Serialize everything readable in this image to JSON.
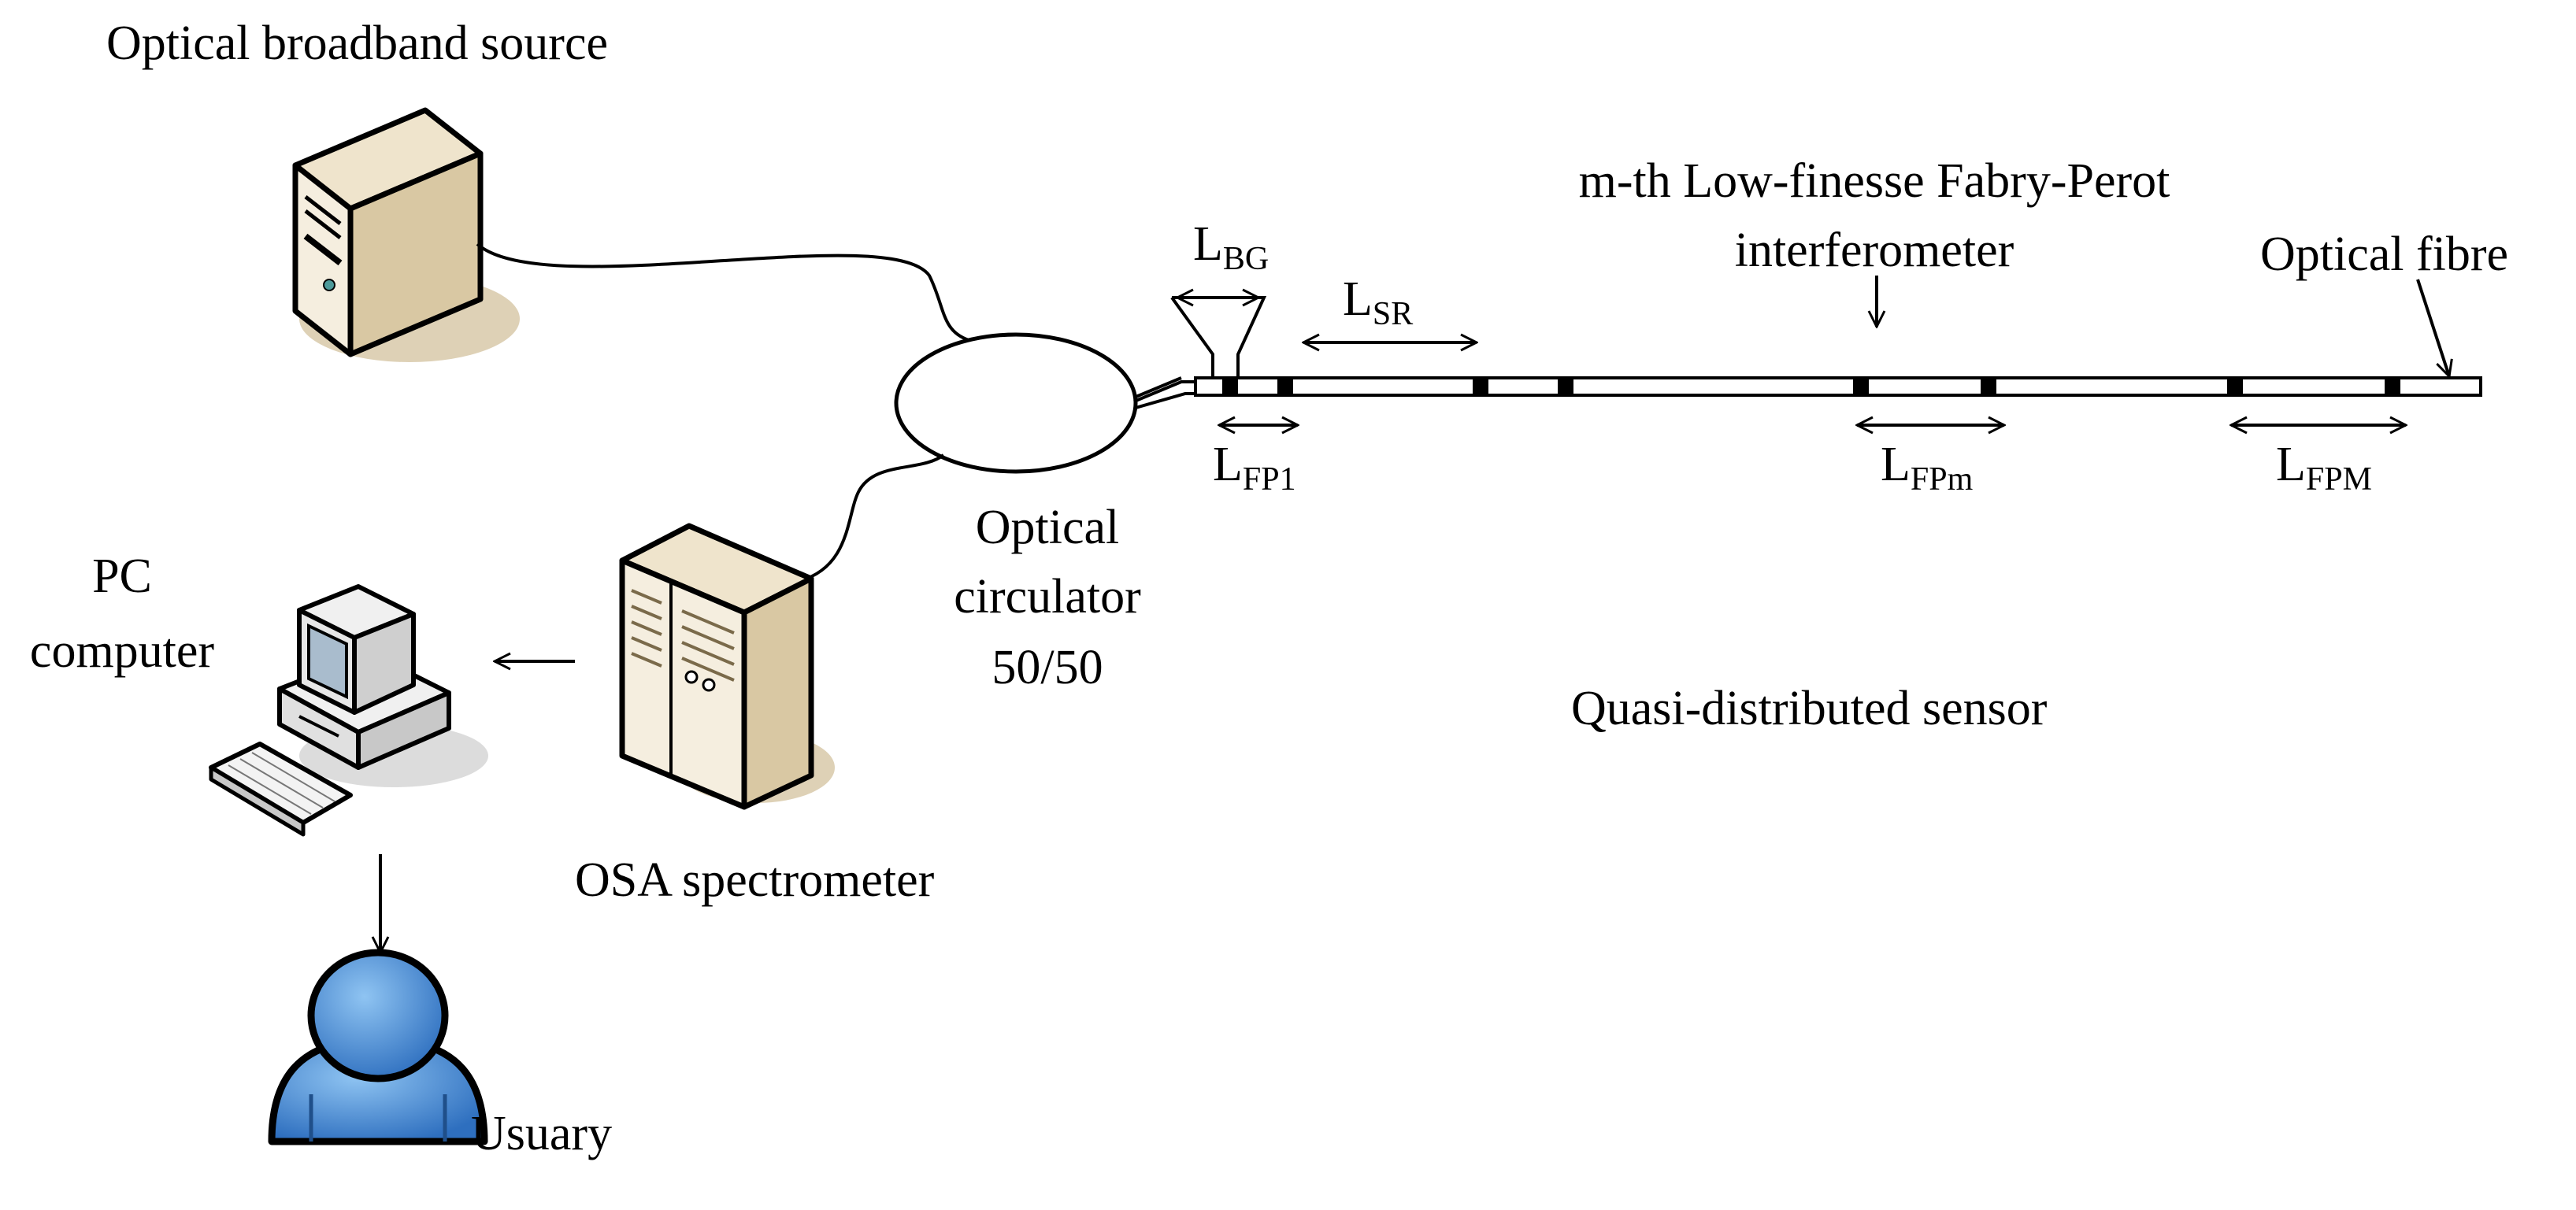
{
  "labels": {
    "source": "Optical broadband source",
    "circulator_l1": "Optical",
    "circulator_l2": "circulator",
    "circulator_l3": "50/50",
    "pc_l1": "PC",
    "pc_l2": "computer",
    "osa": "OSA spectrometer",
    "user": "Usuary",
    "fp_l1": "m-th Low-finesse Fabry-Perot",
    "fp_l2": "interferometer",
    "fibre": "Optical fibre",
    "sensor": "Quasi-distributed sensor"
  },
  "lengths": {
    "bg": {
      "main": "L",
      "sub": "BG"
    },
    "sr": {
      "main": "L",
      "sub": "SR"
    },
    "fp1": {
      "main": "L",
      "sub": "FP1"
    },
    "fpm": {
      "main": "L",
      "sub": "FPm"
    },
    "fpM": {
      "main": "L",
      "sub": "FPM"
    }
  },
  "icons": {
    "source": "server-tower-icon",
    "osa": "spectrometer-cabinet-icon",
    "pc": "desktop-computer-icon",
    "user": "user-icon"
  },
  "colors": {
    "line": "#000000",
    "device_face": "#f3ead6",
    "device_side": "#d9c8a3",
    "device_shadow": "#cfc2a6",
    "pc_body": "#e6e6e6",
    "pc_screen": "#a9bccd",
    "user_fill": "#3f86d0",
    "user_dark": "#1f4f8a"
  }
}
